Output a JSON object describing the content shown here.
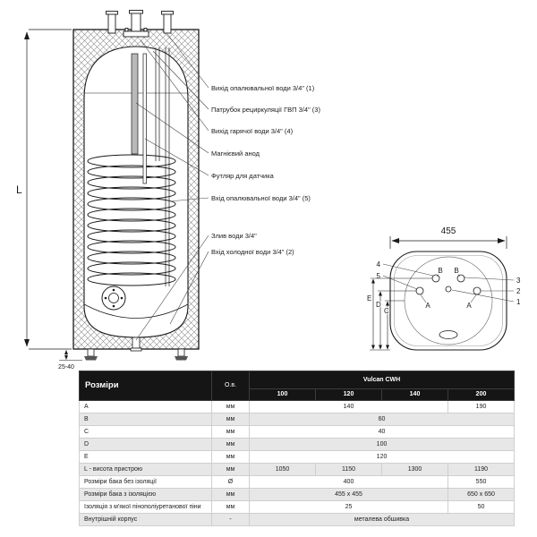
{
  "side_view": {
    "dim_height_label": "L",
    "dim_foot_label": "25-40",
    "callouts": [
      "Вихід опалювальної води 3/4\" (1)",
      "Патрубок рециркуляції ГВП  3/4\" (3)",
      "Вихід гарячої води 3/4\" (4)",
      "Магнієвий анод",
      "Футляр для датчика",
      "Вхід опалювальної води 3/4\" (5)",
      "Злив води 3/4\"",
      "Вхід холодної води 3/4\" (2)"
    ]
  },
  "top_view": {
    "dim_width": "455",
    "labels": {
      "n1": "1",
      "n2": "2",
      "n3": "3",
      "n4": "4",
      "n5": "5",
      "b_left": "B",
      "b_right": "B",
      "a_left": "A",
      "a_right": "A",
      "dim_e": "E",
      "dim_d": "D",
      "dim_c": "C"
    }
  },
  "table": {
    "title": "Розміри",
    "unit_header": "О.в.",
    "brand_header": "Vulcan CWH",
    "model_columns": [
      "100",
      "120",
      "140",
      "200"
    ],
    "rows": [
      {
        "label": "A",
        "unit": "мм",
        "values": [
          "140",
          "190"
        ]
      },
      {
        "label": "B",
        "unit": "мм",
        "values": [
          "60"
        ]
      },
      {
        "label": "C",
        "unit": "мм",
        "values": [
          "40"
        ]
      },
      {
        "label": "D",
        "unit": "мм",
        "values": [
          "100"
        ]
      },
      {
        "label": "E",
        "unit": "мм",
        "values": [
          "120"
        ]
      },
      {
        "label": "L - висота пристрою",
        "unit": "мм",
        "values": [
          "1050",
          "1150",
          "1300",
          "1190"
        ]
      },
      {
        "label": "Розміри бака без ізоляції",
        "unit": "Ø",
        "values": [
          "400",
          "550"
        ]
      },
      {
        "label": "Розміри бака з ізоляцією",
        "unit": "мм",
        "values": [
          "455 x 455",
          "650 x 650"
        ]
      },
      {
        "label": "Ізоляція з м'якої пінополіуретанової піни",
        "unit": "мм",
        "values": [
          "25",
          "50"
        ]
      },
      {
        "label": "Внутрішній корпус",
        "unit": "-",
        "values": [
          "металева обшивка"
        ]
      }
    ]
  },
  "colors": {
    "line": "#1a1a1a",
    "header_bg": "#151515",
    "header_text": "#ffffff",
    "row_alt_bg": "#e7e7e7"
  }
}
